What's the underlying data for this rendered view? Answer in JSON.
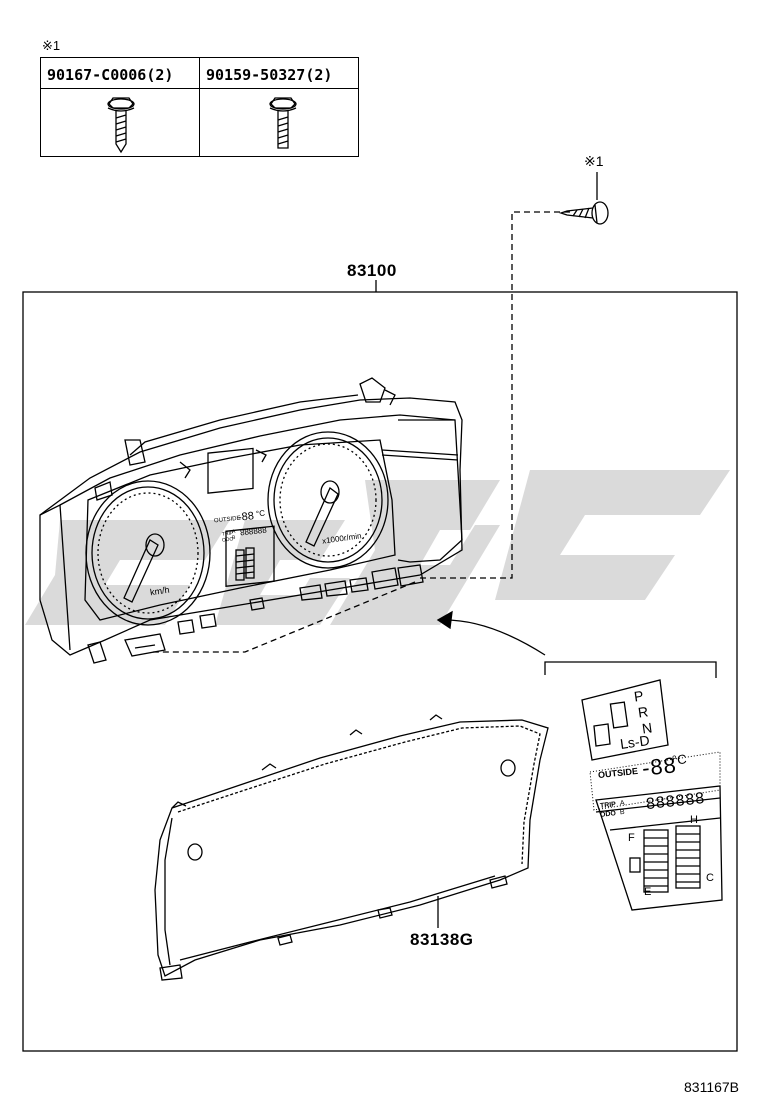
{
  "fastener_table": {
    "note_mark": "※1",
    "columns": [
      {
        "part_number": "90167-C0006(2)"
      },
      {
        "part_number": "90159-50327(2)"
      }
    ]
  },
  "callouts": {
    "screw_note": "※1",
    "meter_assembly": "83100",
    "glass": "83138G",
    "illustration_id": "831167B"
  },
  "meter": {
    "speed_unit": "km/h",
    "tacho_unit": "x1000r/min",
    "outside_label": "OUTSIDE",
    "outside_value": "-88",
    "temp_unit": "°C",
    "odo_digits": "888888",
    "trip_label": "TRIP",
    "odo_label": "ODO",
    "trip_a": "A",
    "trip_b": "B"
  },
  "inset": {
    "gear_p": "P",
    "gear_r": "R",
    "gear_n": "N",
    "gear_ls_d": "Ls-D",
    "outside_label": "OUTSIDE",
    "outside_value": "-88",
    "temp_unit": "°C",
    "trip_label": "TRIP",
    "odo_label": "ODO",
    "trip_a": "A",
    "trip_b": "B",
    "odo_digits": "888888",
    "fuel_full": "F",
    "fuel_empty": "E",
    "temp_hot": "H",
    "temp_cold": "C"
  },
  "colors": {
    "line": "#000000",
    "watermark": "#cfcfcf"
  }
}
